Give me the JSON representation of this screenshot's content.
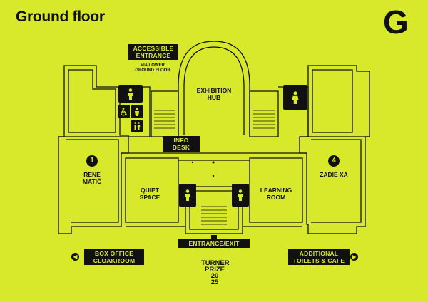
{
  "title": "Ground floor",
  "level_letter": "G",
  "labels": {
    "accessible_entrance": "ACCESSIBLE ENTRANCE",
    "via_lower_ground": "VIA LOWER GROUND FLOOR",
    "exhibition_hub": "EXHIBITION HUB",
    "info_desk": "INFO DESK",
    "quiet_space": "QUIET SPACE",
    "learning_room": "LEARNING ROOM",
    "entrance_exit": "ENTRANCE/EXIT",
    "box_office": "BOX OFFICE CLOAKROOM",
    "additional_toilets": "ADDITIONAL TOILETS & CAFE"
  },
  "galleries": [
    {
      "number": "1",
      "artist": "RENE MATIČ"
    },
    {
      "number": "4",
      "artist": "ZADIE XA"
    }
  ],
  "logo": [
    "TURNER",
    "PRIZE",
    "20",
    "25"
  ],
  "icons": [
    "toilet-icon",
    "accessible-toilet-icon",
    "baby-change-icon",
    "gender-neutral-icon"
  ],
  "colors": {
    "background": "#d8e82a",
    "ink": "#111111"
  }
}
